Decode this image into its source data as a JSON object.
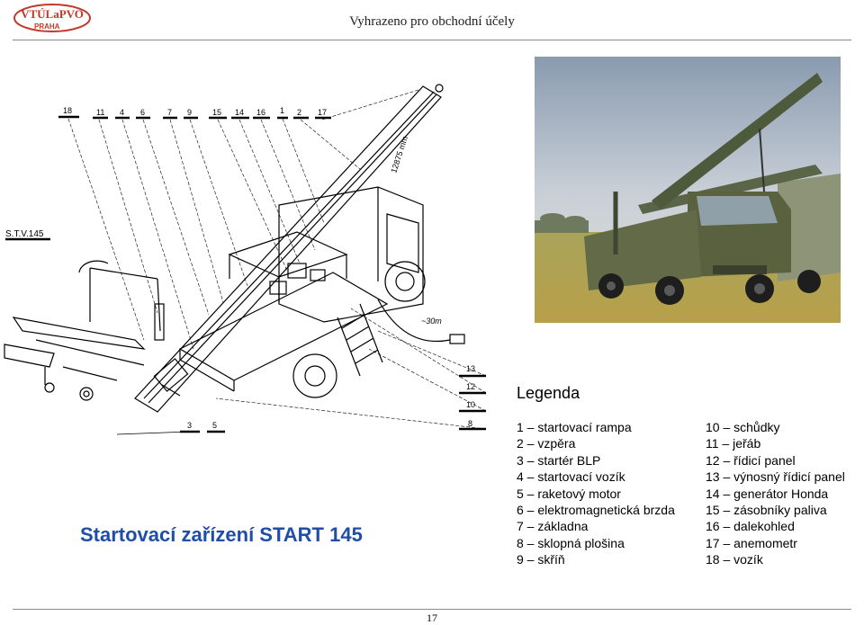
{
  "header": {
    "logo_text": "VTÚLaPVO",
    "logo_sub": "PRAHA",
    "note": "Vyhrazeno pro obchodní účely"
  },
  "drawing": {
    "tag": "S.T.V.145",
    "dimension_rail": "12875 mm",
    "dimension_cable": "~30m",
    "top_labels": [
      "18",
      "11",
      "4",
      "6",
      "7",
      "9",
      "15",
      "14",
      "16",
      "1",
      "2",
      "17"
    ],
    "right_labels": [
      "13",
      "12",
      "10",
      "8"
    ],
    "bottom_labels": [
      "3",
      "5"
    ]
  },
  "legend": {
    "title": "Legenda",
    "col1": [
      "1 – startovací rampa",
      "2 – vzpěra",
      "3 – startér BLP",
      "4 – startovací vozík",
      "5 – raketový motor",
      "6 – elektromagnetická brzda",
      "7 – základna",
      "8 – sklopná plošina",
      "9 – skříň"
    ],
    "col2": [
      "10 – schůdky",
      "11 – jeřáb",
      "12 – řídicí panel",
      "13 – výnosný řídicí panel",
      "14 – generátor Honda",
      "15 – zásobníky paliva",
      "16 – dalekohled",
      "17 – anemometr",
      "18 – vozík"
    ]
  },
  "title": "Startovací zařízení START 145",
  "page_number": "17"
}
